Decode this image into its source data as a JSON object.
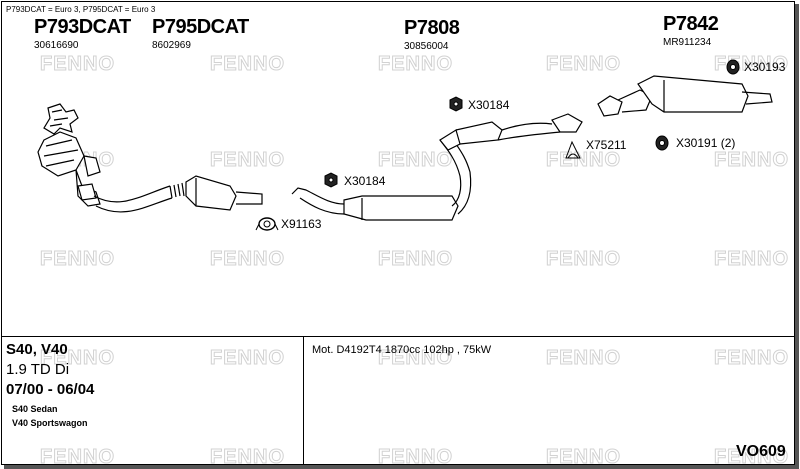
{
  "watermark": "FENNO",
  "note": "P793DCAT = Euro 3, P795DCAT = Euro 3",
  "parts": [
    {
      "id": "p793dcat",
      "part_number": "P793DCAT",
      "oem": "30616690"
    },
    {
      "id": "p795dcat",
      "part_number": "P795DCAT",
      "oem": "8602969"
    },
    {
      "id": "p7808",
      "part_number": "P7808",
      "oem": "30856004"
    },
    {
      "id": "p7842",
      "part_number": "P7842",
      "oem": "MR911234"
    }
  ],
  "fittings": {
    "x30193": "X30193",
    "x30184_a": "X30184",
    "x75211": "X75211",
    "x30191": "X30191 (2)",
    "x30184_b": "X30184",
    "x91163": "X91163"
  },
  "vehicle": {
    "model": "S40, V40",
    "engine_size": "1.9 TD Di",
    "years": "07/00 - 06/04",
    "variant_1": "S40 Sedan",
    "variant_2": "V40 Sportswagon"
  },
  "engine_info": "Mot. D4192T4 1870cc 102hp , 75kW",
  "diagram_code": "VO609"
}
